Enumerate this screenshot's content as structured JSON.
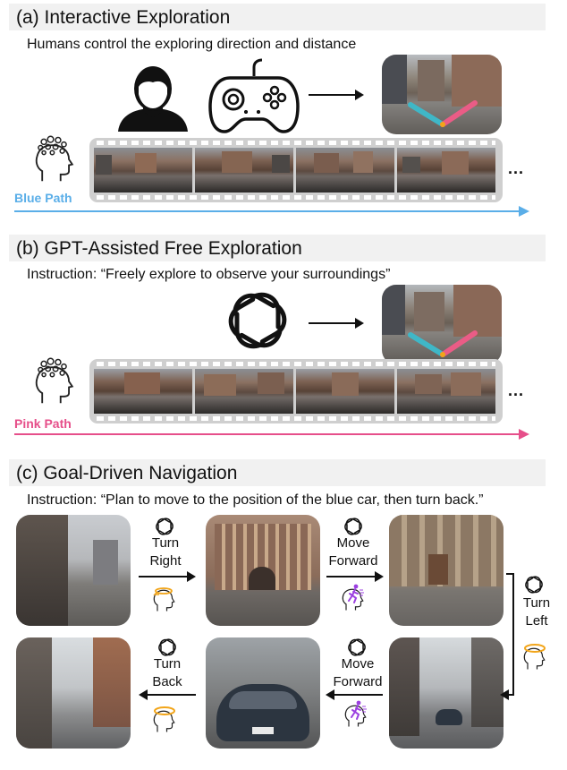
{
  "section_a": {
    "title": "(a) Interactive Exploration",
    "subtitle": "Humans control the exploring direction and distance",
    "path_label": "Blue Path",
    "ellipsis": "..."
  },
  "section_b": {
    "title": "(b) GPT-Assisted Free Exploration",
    "subtitle": "Instruction: “Freely explore to observe your surroundings”",
    "path_label": "Pink Path",
    "ellipsis": "..."
  },
  "section_c": {
    "title": "(c) Goal-Driven Navigation",
    "subtitle": "Instruction: “Plan to move to the position of the blue car, then turn back.”",
    "steps": {
      "turn_right_1": "Turn",
      "turn_right_2": "Right",
      "move_forward_1_a": "Move",
      "move_forward_1_b": "Forward",
      "turn_left_1": "Turn",
      "turn_left_2": "Left",
      "move_forward_2_a": "Move",
      "move_forward_2_b": "Forward",
      "turn_back_1": "Turn",
      "turn_back_2": "Back"
    }
  },
  "colors": {
    "blue_path": "#5aaee8",
    "pink_path": "#e64f8a",
    "section_bar": "#f1f1f1",
    "teal_arrow": "#3fb7c7",
    "pink_arrow": "#ea5c86",
    "orange_ring": "#f2a519",
    "walker": "#9b3fe0"
  },
  "icons": [
    "human-head-icon",
    "gamepad-icon",
    "brain-head-icon",
    "openai-logo-icon",
    "walking-person-icon",
    "rotation-head-icon"
  ]
}
